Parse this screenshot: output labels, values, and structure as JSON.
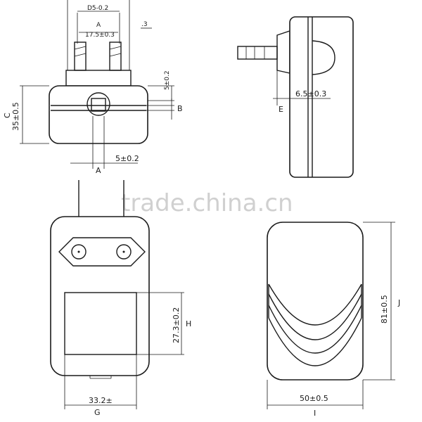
{
  "watermark": "trade.china.cn",
  "top_left_view": {
    "pin_spacing_dim": "D5-0.2",
    "inner_label_a": "A",
    "pin_span_dim": "17.5±0.3",
    "partial_dim": ".3",
    "pin_height_dim": "5±0.2",
    "label_b": "B",
    "label_c": "C",
    "height_dim": "35±0.5",
    "pin_width_dim": "5±0.2",
    "label_a": "A"
  },
  "side_view": {
    "pin_dim": "6.5±0.3",
    "label_e": "E"
  },
  "front_view": {
    "label_h": "H",
    "window_dim": "27.3±0.2",
    "width_dim": "33.2±",
    "label_g": "G"
  },
  "back_view": {
    "height_dim": "81±0.5",
    "label_j": "J",
    "width_dim": "50±0.5",
    "label_i": "I"
  }
}
